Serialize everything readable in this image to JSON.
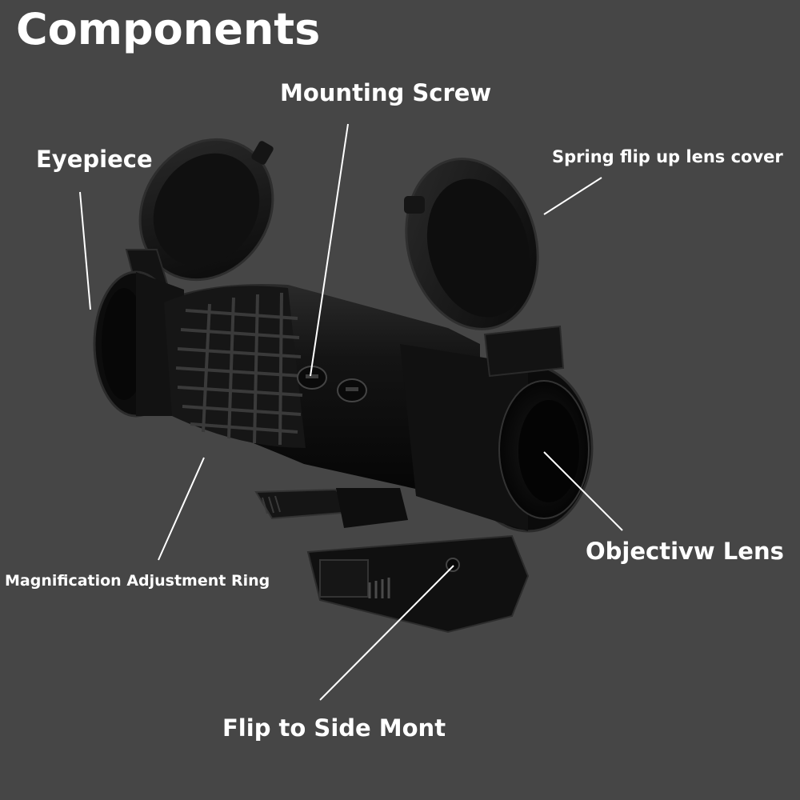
{
  "title": "Components",
  "callouts": {
    "mounting_screw": "Mounting Screw",
    "eyepiece": "Eyepiece",
    "lens_cover": "Spring flip up lens cover",
    "objective_lens": "Objectivw Lens",
    "magnification_ring": "Magnification Adjustment Ring",
    "flip_mount": "Flip to Side Mont"
  },
  "colors": {
    "background": "#464646",
    "text": "#ffffff",
    "leader_line": "#ffffff",
    "product": "#0d0d0d"
  }
}
